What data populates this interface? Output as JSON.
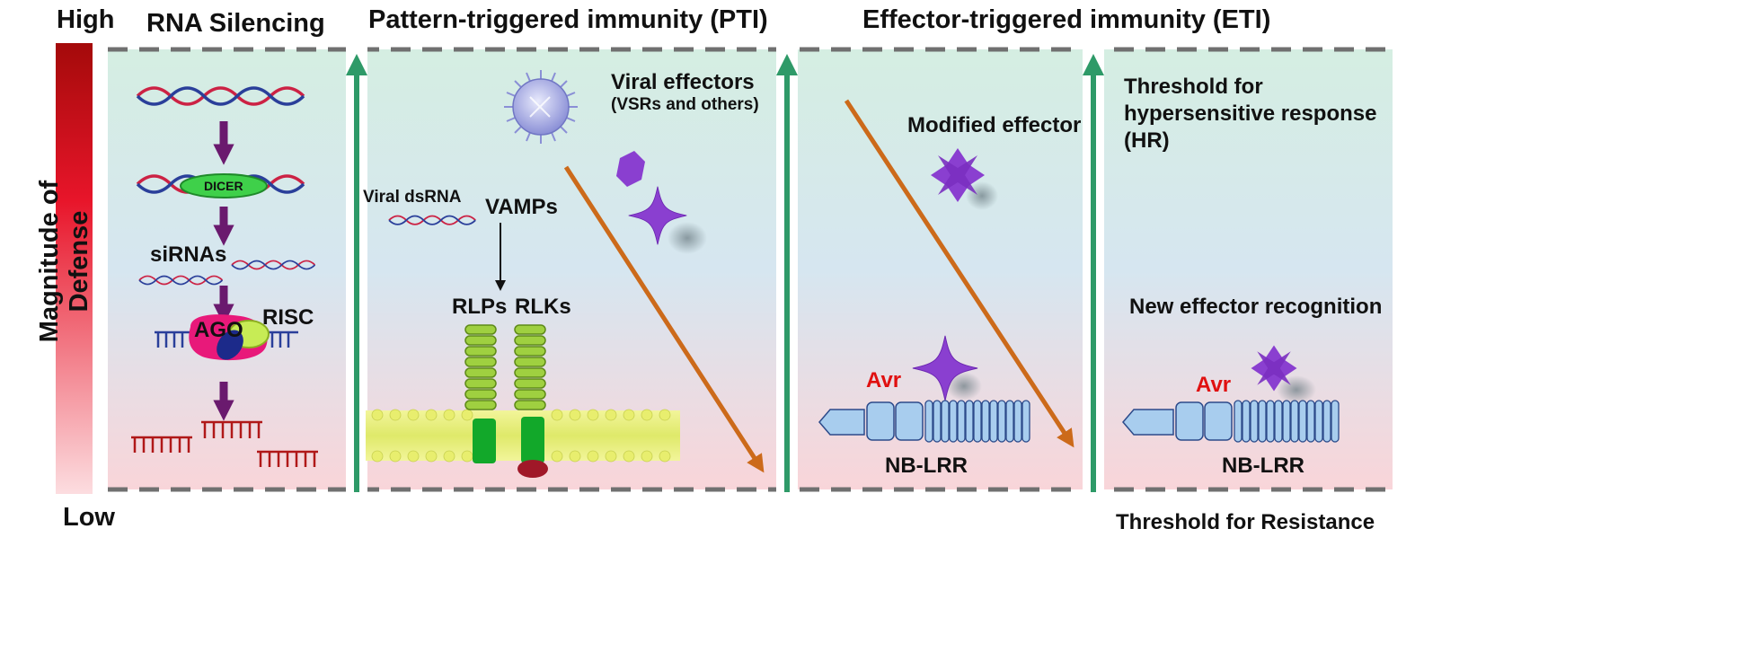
{
  "axis": {
    "high": "High",
    "low": "Low",
    "label": "Magnitude of Defense"
  },
  "sections": {
    "rna": "RNA Silencing",
    "pti": "Pattern-triggered immunity (PTI)",
    "eti": "Effector-triggered immunity (ETI)"
  },
  "rna_labels": {
    "dicer": "DICER",
    "sirnas": "siRNAs",
    "ago": "AGO",
    "risc": "RISC"
  },
  "pti_labels": {
    "viral_effectors": "Viral effectors",
    "vsrs": "(VSRs and others)",
    "viral_dsrna": "Viral dsRNA",
    "vamps": "VAMPs",
    "rlps": "RLPs",
    "rlks": "RLKs"
  },
  "eti_labels": {
    "modified_effector": "Modified effector",
    "avr": "Avr",
    "nb_lrr": "NB-LRR",
    "threshold_hr_1": "Threshold for",
    "threshold_hr_2": "hypersensitive response",
    "threshold_hr_3": "(HR)",
    "new_recognition": "New effector recognition",
    "avr2": "Avr",
    "nb_lrr2": "NB-LRR",
    "threshold_resistance": "Threshold for Resistance"
  },
  "colors": {
    "bar_high": "#b50d0d",
    "bar_low": "#fbd6da",
    "panel_top": "#d8efe4",
    "panel_mid": "#d9e6ef",
    "panel_bottom": "#f8d7da",
    "green_arrow": "#2e9a68",
    "orange_arrow": "#cc6a1a",
    "purple": "#7a3fc0",
    "receptor": "#9fce3c",
    "nb_lrr": "#a8cdee"
  }
}
